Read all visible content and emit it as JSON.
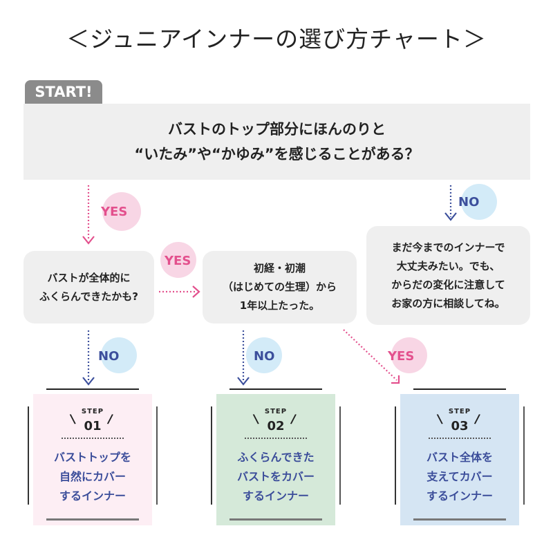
{
  "title": "＜ジュニアインナーの選び方チャート＞",
  "start_label": "START!",
  "question": {
    "line1": "バストのトップ部分にほんのりと",
    "line2": "“いたみ”や“かゆみ”を感じることがある？"
  },
  "labels": {
    "yes": "YES",
    "no": "NO"
  },
  "box1": {
    "line1": "バストが全体的に",
    "line2": "ふくらんできたかも?"
  },
  "box2": {
    "line1": "初経・初潮",
    "line2": "（はじめての生理）から",
    "line3": "1年以上たった。"
  },
  "box3": {
    "line1": "まだ今までのインナーで",
    "line2": "大丈夫みたい。でも、",
    "line3": "からだの変化に注意して",
    "line4": "お家の方に相談してね。"
  },
  "steps": [
    {
      "step_label": "STEP",
      "number": "01",
      "lines": [
        "バストトップを",
        "自然にカバー",
        "するインナー"
      ],
      "color": "#fdeef4"
    },
    {
      "step_label": "STEP",
      "number": "02",
      "lines": [
        "ふくらんできた",
        "バストをカバー",
        "するインナー"
      ],
      "color": "#d5e9d9"
    },
    {
      "step_label": "STEP",
      "number": "03",
      "lines": [
        "バスト全体を",
        "支えてカバー",
        "するインナー"
      ],
      "color": "#d5e5f3"
    }
  ],
  "colors": {
    "yes": "#e3508d",
    "no": "#3c4f9c",
    "box": "#efefef"
  }
}
